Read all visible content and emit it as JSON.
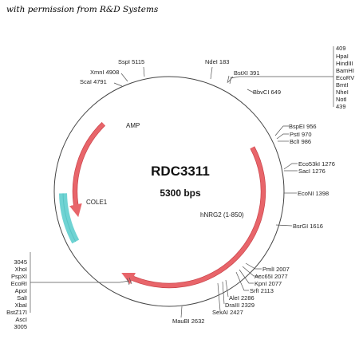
{
  "header": {
    "permission_text": "with permission from R&D Systems"
  },
  "plasmid": {
    "name": "RDC3311",
    "size_label": "5300 bps",
    "total_bp": 5300
  },
  "features": [
    {
      "name": "AMP",
      "start": 4650,
      "end": 3800,
      "color": "#e8656a",
      "direction": "ccw",
      "label_id": "amp"
    },
    {
      "name": "hNRG2 (1-850)",
      "start": 915,
      "end": 3040,
      "color": "#e8656a",
      "direction": "cw",
      "label_id": "hnrg2"
    },
    {
      "name": "COLE1",
      "start": 3560,
      "end": 3960,
      "color": "#6fd3d3",
      "direction": "none",
      "label_id": "cole1"
    }
  ],
  "sites": {
    "ndei": "NdeI 183",
    "bstxi": "BstXI 391",
    "bbvci": "BbvCI 649",
    "bspei": "BspEI 956",
    "psti": "PstI 970",
    "bcli": "BclI 986",
    "eco53ki": "Eco53kI 1276",
    "saci": "SacI 1276",
    "econi": "EcoNI 1398",
    "bsrgi": "BsrGI 1616",
    "pmli": "PmlI 2007",
    "acc65i": "Acc65I 2077",
    "kpni": "KpnI 2077",
    "srfi": "SrfI 2113",
    "alei": "AleI 2286",
    "draiii": "DraIII 2329",
    "sexai": "SexAI 2427",
    "maubi": "MauBI 2632",
    "scai": "ScaI 4791",
    "xmni": "XmnI 4908",
    "sspi": "SspI 5115"
  },
  "mcs_right": [
    "409",
    "HpaI",
    "HindIII",
    "BamHI",
    "EcoRV",
    "BmtI",
    "NheI",
    "NotI",
    "439"
  ],
  "mcs_left": [
    "3045",
    "XhoI",
    "PspXI",
    "EcoRI",
    "ApoI",
    "SalI",
    "XbaI",
    "BstZ17I",
    "AscI",
    "3005"
  ]
}
